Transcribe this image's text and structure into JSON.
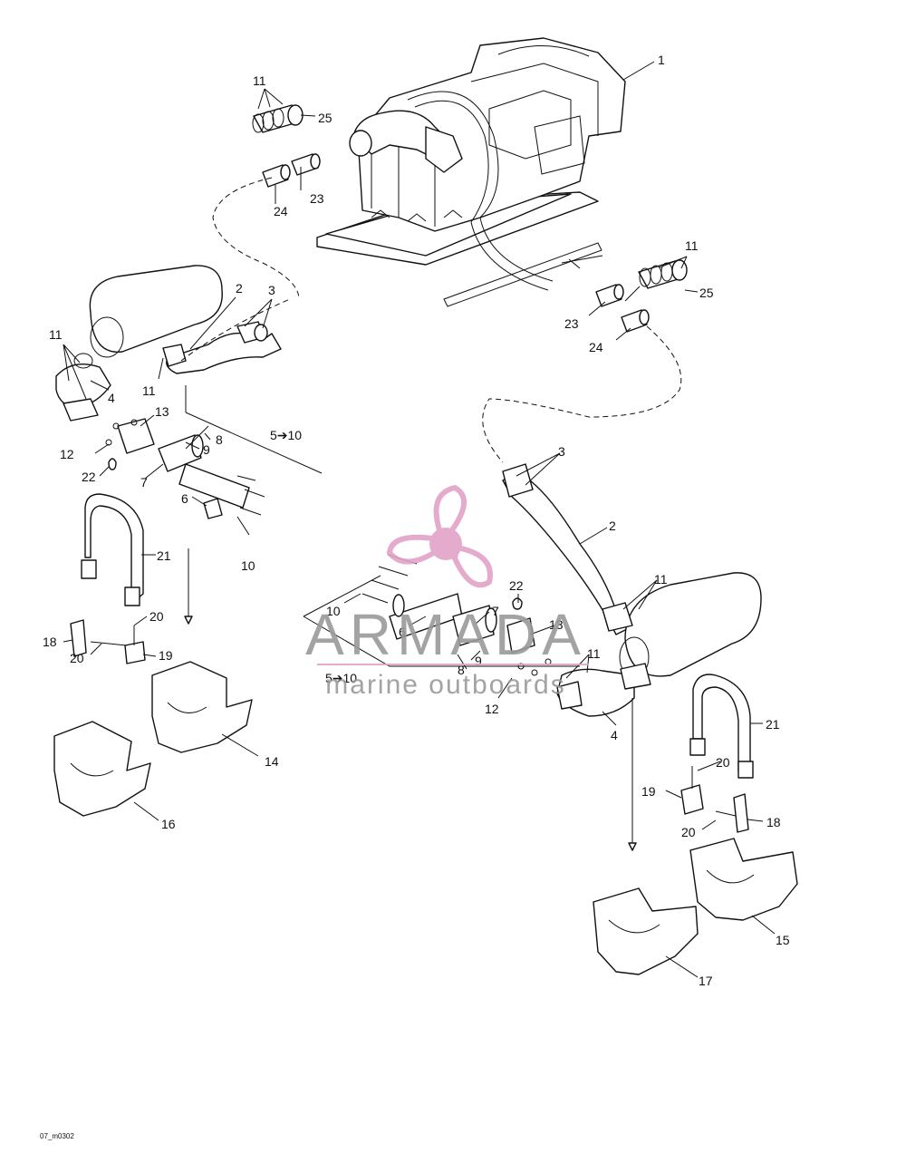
{
  "document_code": "07_m0302",
  "callouts": {
    "c1": "1",
    "c11_tl": "11",
    "c25_tl": "25",
    "c23_tl": "23",
    "c24_tl": "24",
    "c11_r": "11",
    "c25_r": "25",
    "c23_r": "23",
    "c24_r": "24",
    "c2_l": "2",
    "c3_l": "3",
    "c11_l": "11",
    "c4_l": "4",
    "c11_l2": "11",
    "c13_l": "13",
    "c12_l": "12",
    "c22_l": "22",
    "c9_l": "9",
    "c8_l": "8",
    "c5to10_l": "5➔10",
    "c7_l": "7",
    "c6_l": "6",
    "c10_l": "10",
    "c21_l": "21",
    "c20_l": "20",
    "c18_l": "18",
    "c20_l2": "20",
    "c19_l": "19",
    "c14": "14",
    "c16": "16",
    "c3_r": "3",
    "c2_r": "2",
    "c11_r2": "11",
    "c22_r": "22",
    "c7_r": "7",
    "c10_r": "10",
    "c6_r": "6",
    "c13_r": "13",
    "c11_r3": "11",
    "c8_r": "8",
    "c9_r": "9",
    "c5to10_r": "5➔10",
    "c12_r": "12",
    "c4_r": "4",
    "c21_r": "21",
    "c20_r": "20",
    "c19_r": "19",
    "c20_r2": "20",
    "c18_r": "18",
    "c15": "15",
    "c17": "17"
  },
  "watermark": {
    "brand": "ARMADA",
    "tagline": "marine outboards",
    "logo_icon": "propeller-icon",
    "color": "#e3a3c8"
  }
}
